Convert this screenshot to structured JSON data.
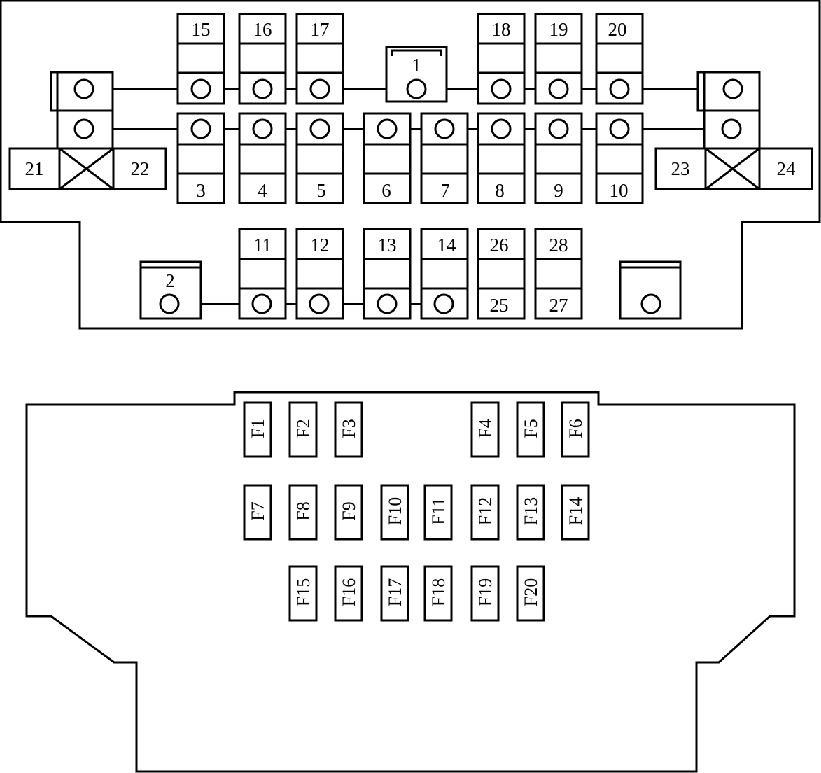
{
  "relay_box": {
    "relays_top": [
      {
        "id": "relay-15",
        "label": "15"
      },
      {
        "id": "relay-16",
        "label": "16"
      },
      {
        "id": "relay-17",
        "label": "17"
      },
      {
        "id": "relay-1",
        "label": "1"
      },
      {
        "id": "relay-18",
        "label": "18"
      },
      {
        "id": "relay-19",
        "label": "19"
      },
      {
        "id": "relay-20",
        "label": "20"
      }
    ],
    "relays_middle": [
      {
        "id": "relay-3",
        "label": "3"
      },
      {
        "id": "relay-4",
        "label": "4"
      },
      {
        "id": "relay-5",
        "label": "5"
      },
      {
        "id": "relay-6",
        "label": "6"
      },
      {
        "id": "relay-7",
        "label": "7"
      },
      {
        "id": "relay-8",
        "label": "8"
      },
      {
        "id": "relay-9",
        "label": "9"
      },
      {
        "id": "relay-10",
        "label": "10"
      }
    ],
    "relays_bottom": [
      {
        "id": "relay-2",
        "label": "2"
      },
      {
        "id": "relay-11",
        "label": "11"
      },
      {
        "id": "relay-12",
        "label": "12"
      },
      {
        "id": "relay-13",
        "label": "13"
      },
      {
        "id": "relay-14",
        "label": "14"
      },
      {
        "id": "relay-26-25",
        "label_top": "26",
        "label_bottom": "25"
      },
      {
        "id": "relay-28-27",
        "label_top": "28",
        "label_bottom": "27"
      }
    ],
    "side_blocks": [
      {
        "id": "block-21-22",
        "left": "21",
        "right": "22"
      },
      {
        "id": "block-23-24",
        "left": "23",
        "right": "24"
      }
    ]
  },
  "fuse_box": {
    "rows": [
      [
        "F1",
        "F2",
        "F3",
        "F4",
        "F5",
        "F6"
      ],
      [
        "F7",
        "F8",
        "F9",
        "F10",
        "F11",
        "F12",
        "F13",
        "F14"
      ],
      [
        "F15",
        "F16",
        "F17",
        "F18",
        "F19",
        "F20"
      ]
    ]
  }
}
